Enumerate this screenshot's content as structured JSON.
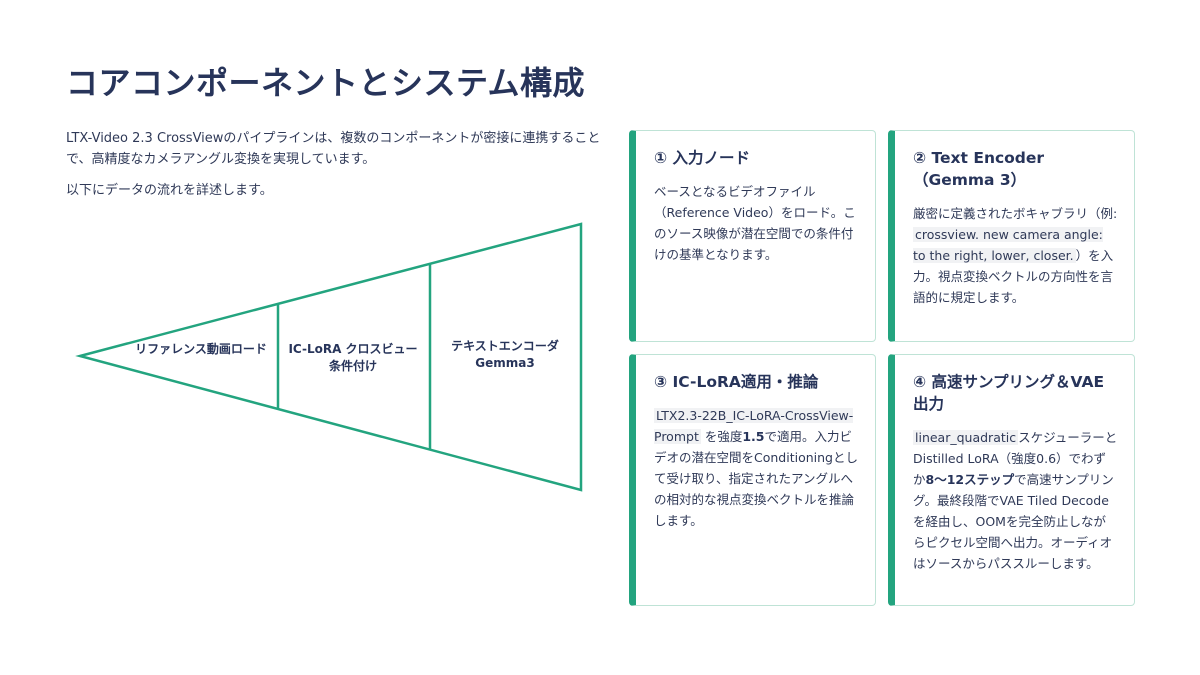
{
  "title": "コアコンポーネントとシステム構成",
  "intro": {
    "p1": "LTX-Video 2.3 CrossViewのパイプラインは、複数のコンポーネントが密接に連携することで、高精度なカメラアングル変換を実現しています。",
    "p2": "以下にデータの流れを詳述します。"
  },
  "funnel": {
    "labels": [
      "リファレンス動画ロード",
      "IC-LoRA クロスビュー条件付け",
      "テキストエンコーダ Gemma3"
    ],
    "color": "#23a47f"
  },
  "cards": [
    {
      "title": "① 入力ノード",
      "body": "ベースとなるビデオファイル（Reference Video）をロード。このソース映像が潜在空間での条件付けの基準となります。"
    },
    {
      "title": "② Text Encoder（Gemma 3）",
      "body_a": "厳密に定義されたボキャブラリ（例: ",
      "code": "crossview. new camera angle: to the right, lower, closer.",
      "body_b": "）を入力。視点変換ベクトルの方向性を言語的に規定します。"
    },
    {
      "title": "③ IC-LoRA適用・推論",
      "code": "LTX2.3-22B_IC-LoRA-CrossView-Prompt",
      "body_a": " を強度",
      "bold": "1.5",
      "body_b": "で適用。入力ビデオの潜在空間をConditioningとして受け取り、指定されたアングルへの相対的な視点変換ベクトルを推論します。"
    },
    {
      "title": "④ 高速サンプリング＆VAE出力",
      "code": "linear_quadratic",
      "body_a": "スケジューラーとDistilled LoRA（強度0.6）でわずか",
      "bold": "8〜12ステップ",
      "body_b": "で高速サンプリング。最終段階でVAE Tiled Decodeを経由し、OOMを完全防止しながらピクセル空間へ出力。オーディオはソースからパススルーします。"
    }
  ],
  "colors": {
    "accent": "#23a47f",
    "card_border": "#bfe3d6",
    "heading": "#27345a"
  }
}
